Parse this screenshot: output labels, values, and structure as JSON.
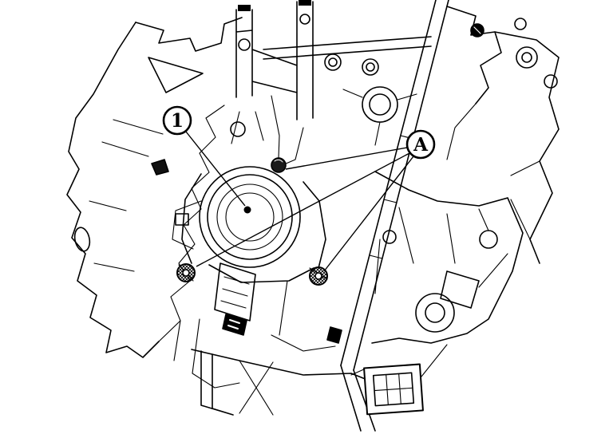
{
  "figure": {
    "type": "technical-line-drawing",
    "subject": "engine-assembly-diagram",
    "background_color": "#ffffff",
    "line_color": "#000000"
  },
  "callouts": {
    "item1": {
      "label": "1",
      "leader_count": 1
    },
    "itemA": {
      "label": "A",
      "leader_count": 3
    }
  }
}
